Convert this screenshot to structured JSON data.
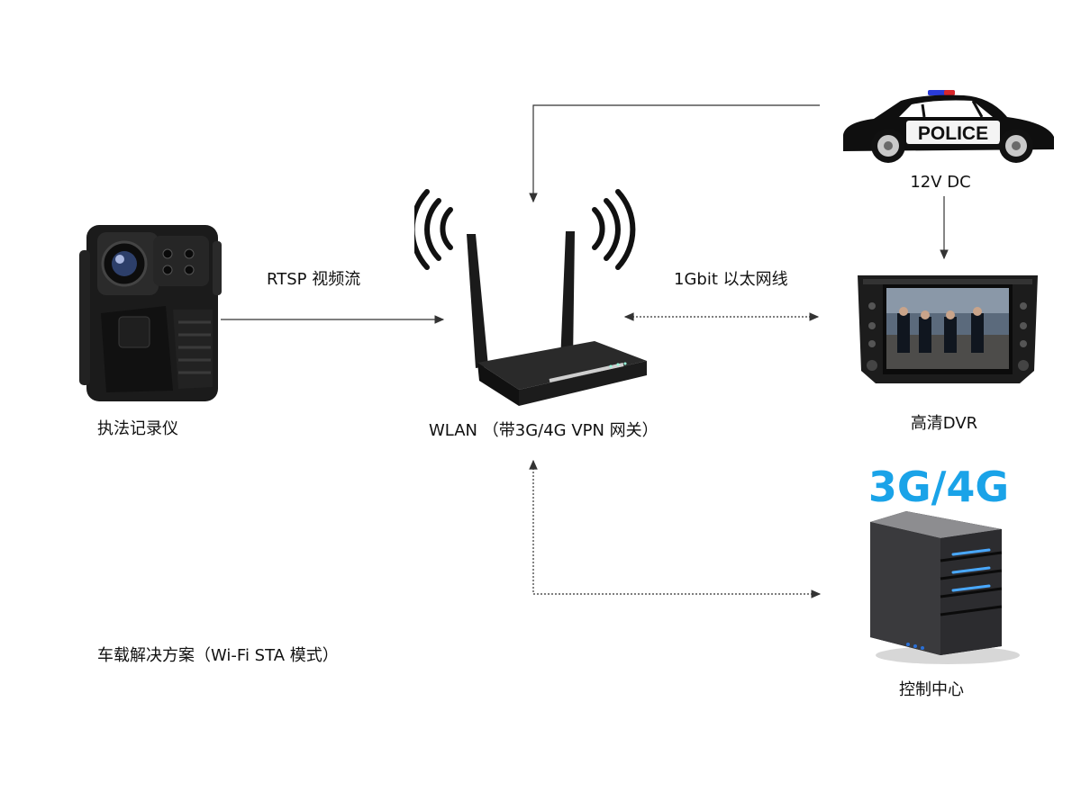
{
  "nodes": {
    "camera": {
      "label": "执法记录仪"
    },
    "router": {
      "label": "WLAN （带3G/4G VPN 网关）"
    },
    "police_car": {
      "label": "12V  DC",
      "car_text": "POLICE"
    },
    "dvr": {
      "label": "高清DVR"
    },
    "control_center": {
      "label": "控制中心",
      "network_badge": "3G/4G"
    }
  },
  "links": {
    "camera_to_router": "RTSP 视频流",
    "router_to_dvr": "1Gbit 以太网线"
  },
  "caption": "车载解决方案（Wi-Fi STA 模式）",
  "colors": {
    "badge_blue": "#1aa3e8",
    "line": "#333333"
  }
}
